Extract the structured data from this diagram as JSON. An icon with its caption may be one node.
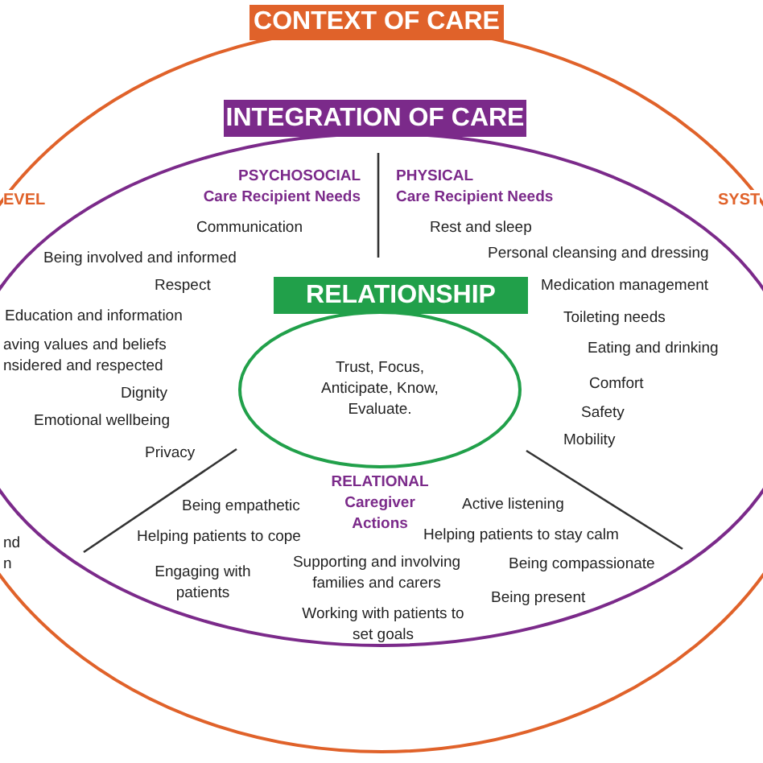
{
  "diagram": {
    "nodes": [
      {
        "text": [
          "CONTEXT OF CARE"
        ]
      },
      {
        "text": [
          "INTEGRATION OF CARE"
        ],
        "in": 0
      },
      {
        "text": [
          "RELATIONSHIP",
          "Trust, Focus, Anticipate, Know, Evaluate."
        ],
        "in": 1
      }
    ],
    "edges": [],
    "labels": [
      "EVEL",
      "SYST",
      "PSYCHOSOCIAL",
      "Care Recipient Needs",
      "PHYSICAL",
      "Care Recipient Needs",
      "Communication",
      "Being involved and informed",
      "Respect",
      "Education and information",
      "aving values and beliefs nsidered and respected",
      "Dignity",
      "Emotional wellbeing",
      "Privacy",
      "Rest and sleep",
      "Personal cleansing and dressing",
      "Medication management",
      "Toileting  needs",
      "Eating and drinking",
      "Comfort",
      "Safety",
      "Mobility",
      "RELATIONAL Caregiver Actions",
      "Being empathetic",
      "Helping patients to cope",
      "Engaging with patients",
      "Supporting and involving families and carers",
      "Working with patients to set goals",
      "Active listening",
      "Helping patients to stay calm",
      "Being compassionate",
      "Being present",
      "nd n"
    ]
  }
}
